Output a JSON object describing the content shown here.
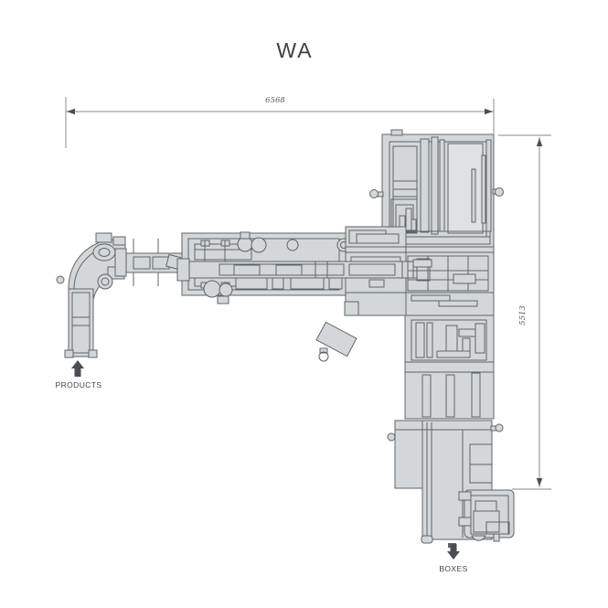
{
  "title": "WA",
  "dimensions": {
    "top": {
      "value": "6568",
      "orientation": "horizontal"
    },
    "right": {
      "value": "5513",
      "orientation": "vertical"
    }
  },
  "flow_labels": {
    "products": "PRODUCTS",
    "boxes": "BOXES"
  },
  "colors": {
    "background": "#ffffff",
    "machine_fill": "#d4d7d9",
    "machine_fill_light": "#dfe1e3",
    "machine_stroke": "#5f6468",
    "dimension_line": "#9da0a3",
    "arrow": "#4a4e53",
    "dim_text": "#55595e",
    "title_text": "#3c4045",
    "label_text": "#3f444a"
  }
}
